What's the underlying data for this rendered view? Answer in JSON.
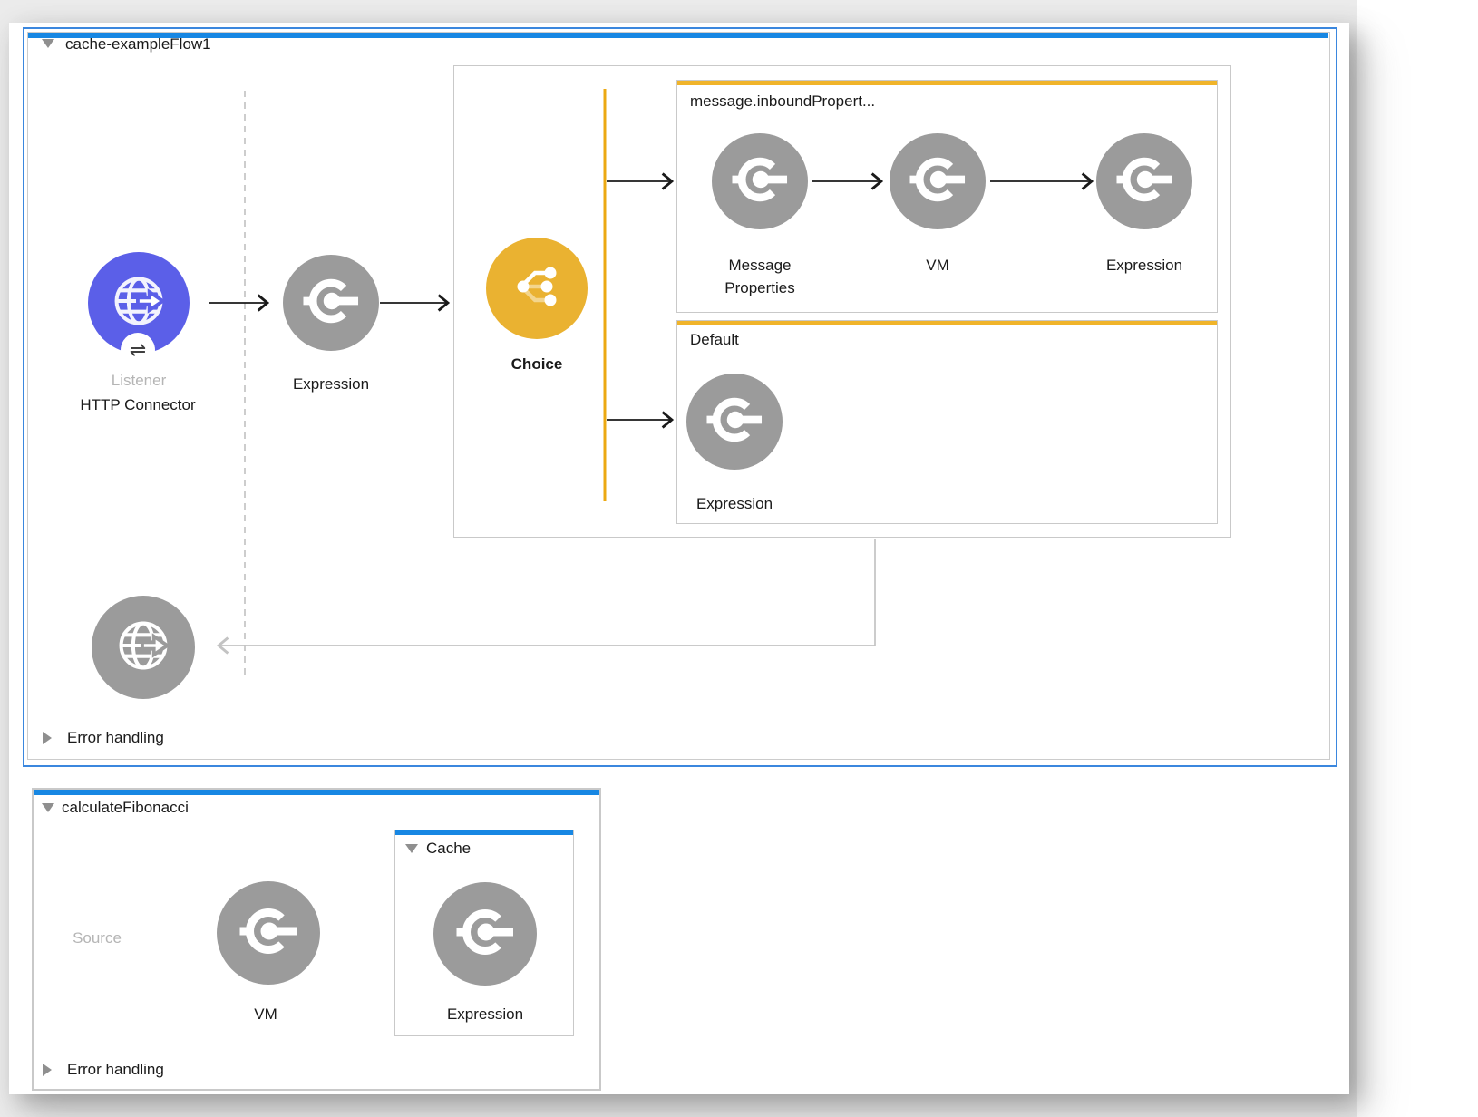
{
  "colors": {
    "selection_blue": "#3b87de",
    "flow_bar_blue": "#1787e3",
    "http_purple": "#5b5fe8",
    "processor_gray": "#9b9b9b",
    "choice_yellow": "#eab231",
    "branch_accent_orange": "#f0b42a",
    "router_line_orange": "#eca912",
    "connector_gray": "#c3c3c3",
    "muted_text": "#b5b5b5"
  },
  "flow1": {
    "title": "cache-exampleFlow1",
    "listener": {
      "sublabel": "Listener",
      "label": "HTTP Connector"
    },
    "expression": {
      "label": "Expression"
    },
    "choice": {
      "label": "Choice"
    },
    "when_branch": {
      "condition": "message.inboundPropert...",
      "message_properties": {
        "label": "Message Properties"
      },
      "vm": {
        "label": "VM"
      },
      "expression": {
        "label": "Expression"
      }
    },
    "default_branch": {
      "title": "Default",
      "expression": {
        "label": "Expression"
      }
    },
    "error_handling": {
      "label": "Error handling"
    }
  },
  "flow2": {
    "title": "calculateFibonacci",
    "source": {
      "label": "Source"
    },
    "vm": {
      "label": "VM"
    },
    "cache": {
      "title": "Cache",
      "expression": {
        "label": "Expression"
      }
    },
    "error_handling": {
      "label": "Error handling"
    }
  },
  "icons": {
    "exchange_badge_glyph": "⇌"
  }
}
